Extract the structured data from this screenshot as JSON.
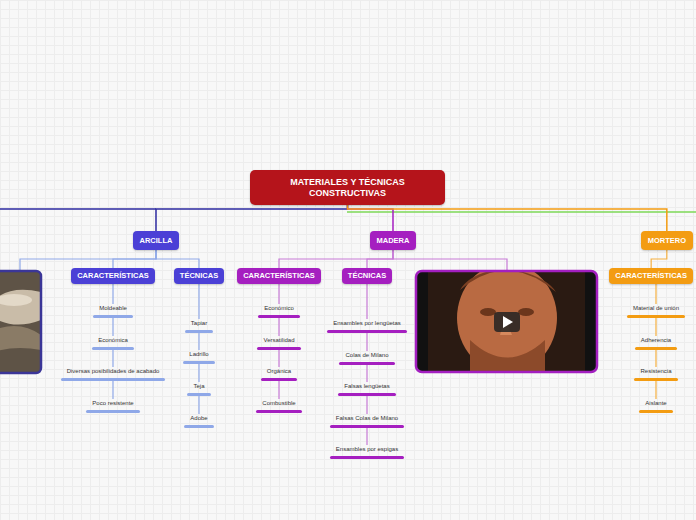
{
  "diagram": {
    "nodes": [
      {
        "text": [
          "MATERIALES Y TÉCNICAS CONSTRUCTIVAS"
        ]
      },
      {
        "text": [
          "ARCILLA"
        ]
      },
      {
        "text": [
          "CARACTERÍSTICAS"
        ]
      },
      {
        "text": [
          "TÉCNICAS"
        ]
      },
      {
        "text": [
          "Moldeable"
        ]
      },
      {
        "text": [
          "Económica"
        ]
      },
      {
        "text": [
          "Diversas posibilidades de acabado"
        ]
      },
      {
        "text": [
          "Poco resistente"
        ]
      },
      {
        "text": [
          "Tapiar"
        ]
      },
      {
        "text": [
          "Ladrillo"
        ]
      },
      {
        "text": [
          "Teja"
        ]
      },
      {
        "text": [
          "Adobe"
        ]
      },
      {
        "text": [
          "MADERA"
        ]
      },
      {
        "text": [
          "CARACTERÍSTICAS"
        ]
      },
      {
        "text": [
          "TÉCNICAS"
        ]
      },
      {
        "text": [
          "Económico"
        ]
      },
      {
        "text": [
          "Versatilidad"
        ]
      },
      {
        "text": [
          "Orgánica"
        ]
      },
      {
        "text": [
          "Combustible"
        ]
      },
      {
        "text": [
          "Ensambles por lengüetas"
        ]
      },
      {
        "text": [
          "Colas de Milano"
        ]
      },
      {
        "text": [
          "Falsas lengüetas"
        ]
      },
      {
        "text": [
          "Falsas Colas de Milano"
        ]
      },
      {
        "text": [
          "Ensambles por espigas"
        ]
      },
      {
        "text": [
          "MORTERO"
        ]
      },
      {
        "text": [
          "CARACTERÍSTICAS"
        ]
      },
      {
        "text": [
          "Material de unión"
        ]
      },
      {
        "text": [
          "Adherencia"
        ]
      },
      {
        "text": [
          "Resistencia"
        ]
      },
      {
        "text": [
          "Aislante"
        ]
      }
    ],
    "edges": [
      {
        "from": 0,
        "to": 1,
        "arrow": "none"
      },
      {
        "from": 0,
        "to": 12,
        "arrow": "none"
      },
      {
        "from": 0,
        "to": 24,
        "arrow": "none"
      },
      {
        "from": 1,
        "to": 2,
        "arrow": "none"
      },
      {
        "from": 1,
        "to": 3,
        "arrow": "none"
      },
      {
        "from": 2,
        "to": 4,
        "arrow": "none"
      },
      {
        "from": 4,
        "to": 5,
        "arrow": "none"
      },
      {
        "from": 5,
        "to": 6,
        "arrow": "none"
      },
      {
        "from": 6,
        "to": 7,
        "arrow": "none"
      },
      {
        "from": 3,
        "to": 8,
        "arrow": "none"
      },
      {
        "from": 8,
        "to": 9,
        "arrow": "none"
      },
      {
        "from": 9,
        "to": 10,
        "arrow": "none"
      },
      {
        "from": 10,
        "to": 11,
        "arrow": "none"
      },
      {
        "from": 12,
        "to": 13,
        "arrow": "none"
      },
      {
        "from": 12,
        "to": 14,
        "arrow": "none"
      },
      {
        "from": 13,
        "to": 15,
        "arrow": "none"
      },
      {
        "from": 15,
        "to": 16,
        "arrow": "none"
      },
      {
        "from": 16,
        "to": 17,
        "arrow": "none"
      },
      {
        "from": 17,
        "to": 18,
        "arrow": "none"
      },
      {
        "from": 14,
        "to": 19,
        "arrow": "none"
      },
      {
        "from": 19,
        "to": 20,
        "arrow": "none"
      },
      {
        "from": 20,
        "to": 21,
        "arrow": "none"
      },
      {
        "from": 21,
        "to": 22,
        "arrow": "none"
      },
      {
        "from": 22,
        "to": 23,
        "arrow": "none"
      },
      {
        "from": 24,
        "to": 25,
        "arrow": "none"
      },
      {
        "from": 25,
        "to": 26,
        "arrow": "none"
      },
      {
        "from": 26,
        "to": 27,
        "arrow": "none"
      },
      {
        "from": 27,
        "to": 28,
        "arrow": "none"
      },
      {
        "from": 28,
        "to": 29,
        "arrow": "none"
      }
    ]
  }
}
